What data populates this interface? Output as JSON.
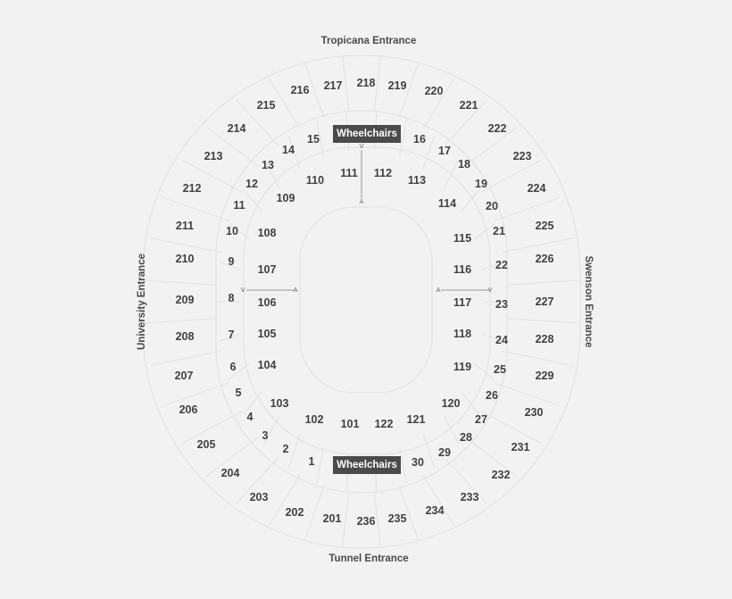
{
  "entrances": {
    "top": "Tropicana Entrance",
    "bottom": "Tunnel Entrance",
    "left": "University Entrance",
    "right": "Swenson Entrance"
  },
  "wheelchairs": {
    "top": "Wheelchairs",
    "bottom": "Wheelchairs"
  },
  "aisle_markers": {
    "start": "V",
    "end": "A"
  },
  "sections": {
    "upper": [
      "201",
      "202",
      "203",
      "204",
      "205",
      "206",
      "207",
      "208",
      "209",
      "210",
      "211",
      "212",
      "213",
      "214",
      "215",
      "216",
      "217",
      "218",
      "219",
      "220",
      "221",
      "222",
      "223",
      "224",
      "225",
      "226",
      "227",
      "228",
      "229",
      "230",
      "231",
      "232",
      "233",
      "234",
      "235",
      "236"
    ],
    "middle": [
      "1",
      "2",
      "3",
      "4",
      "5",
      "6",
      "7",
      "8",
      "9",
      "10",
      "11",
      "12",
      "13",
      "14",
      "15",
      "16",
      "17",
      "18",
      "19",
      "20",
      "21",
      "22",
      "23",
      "24",
      "25",
      "26",
      "27",
      "28",
      "29",
      "30"
    ],
    "lower": [
      "101",
      "102",
      "103",
      "104",
      "105",
      "106",
      "107",
      "108",
      "109",
      "110",
      "111",
      "112",
      "113",
      "114",
      "115",
      "116",
      "117",
      "118",
      "119",
      "120",
      "121",
      "122"
    ]
  },
  "colors": {
    "background": "#f2f2f2",
    "lines": "#e4e4e4",
    "label": "#404040",
    "wheelchair_badge": "#4a4a4a"
  }
}
